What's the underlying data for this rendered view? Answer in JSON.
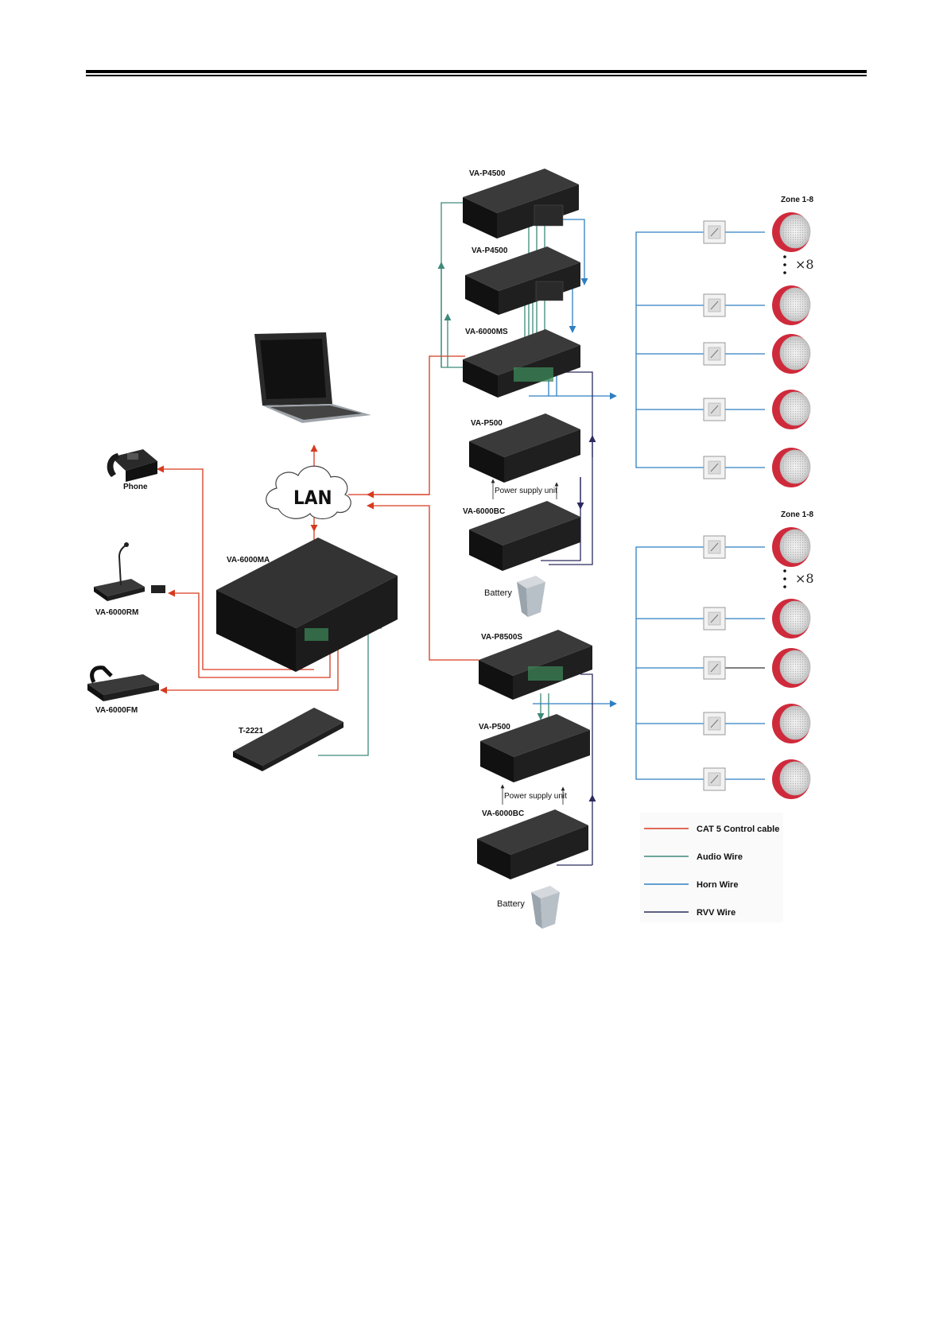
{
  "colors": {
    "cat5": "#d63a1e",
    "audio": "#3d8a7a",
    "horn": "#2f7fc2",
    "rvv": "#2a2a5e",
    "device": "#1e1e1e",
    "speaker_red": "#cf2a3b"
  },
  "devices": {
    "va_p4500_a": "VA-P4500",
    "va_p4500_b": "VA-P4500",
    "va_6000ms": "VA-6000MS",
    "va_p500_a": "VA-P500",
    "va_6000bc_a": "VA-6000BC",
    "va_p8500s": "VA-P8500S",
    "va_p500_b": "VA-P500",
    "va_6000bc_b": "VA-6000BC",
    "va_6000ma": "VA-6000MA",
    "t_2221": "T-2221",
    "phone": "Phone",
    "va_6000rm": "VA-6000RM",
    "va_6000fm": "VA-6000FM",
    "lan": "LAN"
  },
  "power_supply_label": "Power supply unit",
  "battery_label": "Battery",
  "zones": {
    "top": "Zone 1-8",
    "bottom": "Zone 1-8",
    "multiplier": "×8"
  },
  "legend": [
    {
      "label": "CAT 5 Control cable",
      "color": "#d63a1e"
    },
    {
      "label": "Audio Wire",
      "color": "#3d8a7a"
    },
    {
      "label": "Horn Wire",
      "color": "#2f7fc2"
    },
    {
      "label": "RVV Wire",
      "color": "#2a2a5e"
    }
  ]
}
